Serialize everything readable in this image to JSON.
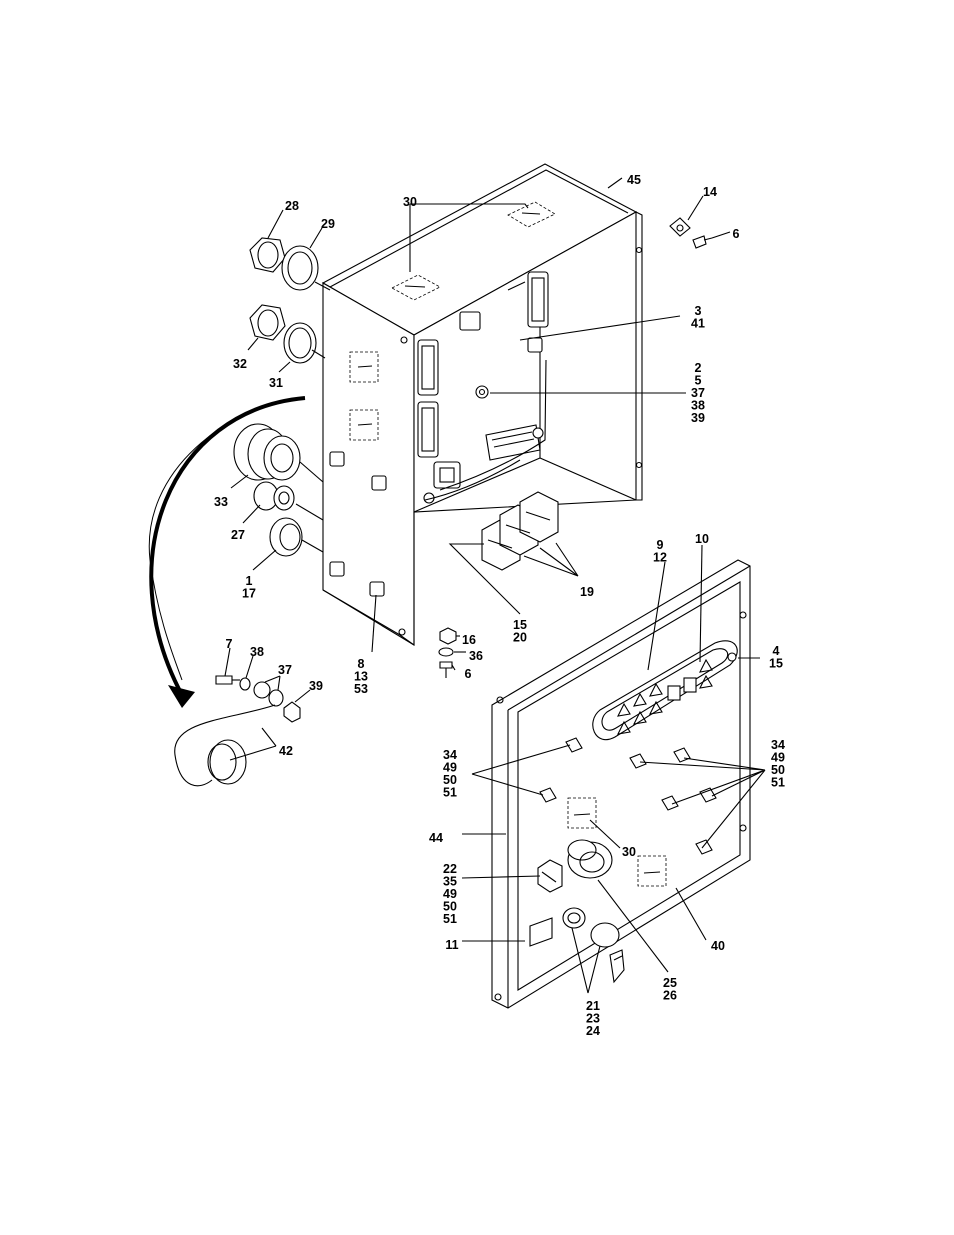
{
  "callouts": [
    {
      "id": "c45",
      "lines": [
        "45"
      ]
    },
    {
      "id": "c30a",
      "lines": [
        "30"
      ]
    },
    {
      "id": "c14",
      "lines": [
        "14"
      ]
    },
    {
      "id": "c6a",
      "lines": [
        "6"
      ]
    },
    {
      "id": "c28",
      "lines": [
        "28"
      ]
    },
    {
      "id": "c29",
      "lines": [
        "29"
      ]
    },
    {
      "id": "c3",
      "lines": [
        "3",
        "41"
      ]
    },
    {
      "id": "c32",
      "lines": [
        "32"
      ]
    },
    {
      "id": "c31",
      "lines": [
        "31"
      ]
    },
    {
      "id": "c2",
      "lines": [
        "2",
        "5",
        "37",
        "38",
        "39"
      ]
    },
    {
      "id": "c33",
      "lines": [
        "33"
      ]
    },
    {
      "id": "c27",
      "lines": [
        "27"
      ]
    },
    {
      "id": "c1",
      "lines": [
        "1",
        "17"
      ]
    },
    {
      "id": "c10",
      "lines": [
        "10"
      ]
    },
    {
      "id": "c9",
      "lines": [
        "9",
        "12"
      ]
    },
    {
      "id": "c19",
      "lines": [
        "19"
      ]
    },
    {
      "id": "c15a",
      "lines": [
        "15",
        "20"
      ]
    },
    {
      "id": "c16",
      "lines": [
        "16"
      ]
    },
    {
      "id": "c36",
      "lines": [
        "36"
      ]
    },
    {
      "id": "c6b",
      "lines": [
        "6"
      ]
    },
    {
      "id": "c4",
      "lines": [
        "4",
        "15"
      ]
    },
    {
      "id": "c7",
      "lines": [
        "7"
      ]
    },
    {
      "id": "c38",
      "lines": [
        "38"
      ]
    },
    {
      "id": "c37",
      "lines": [
        "37"
      ]
    },
    {
      "id": "c39",
      "lines": [
        "39"
      ]
    },
    {
      "id": "c8",
      "lines": [
        "8",
        "13",
        "53"
      ]
    },
    {
      "id": "c42",
      "lines": [
        "42"
      ]
    },
    {
      "id": "c34a",
      "lines": [
        "34",
        "49",
        "50",
        "51"
      ]
    },
    {
      "id": "c34b",
      "lines": [
        "34",
        "49",
        "50",
        "51"
      ]
    },
    {
      "id": "c44",
      "lines": [
        "44"
      ]
    },
    {
      "id": "c30b",
      "lines": [
        "30"
      ]
    },
    {
      "id": "c22",
      "lines": [
        "22",
        "35",
        "49",
        "50",
        "51"
      ]
    },
    {
      "id": "c40",
      "lines": [
        "40"
      ]
    },
    {
      "id": "c11",
      "lines": [
        "11"
      ]
    },
    {
      "id": "c25",
      "lines": [
        "25",
        "26"
      ]
    },
    {
      "id": "c21",
      "lines": [
        "21",
        "23",
        "24"
      ]
    }
  ]
}
